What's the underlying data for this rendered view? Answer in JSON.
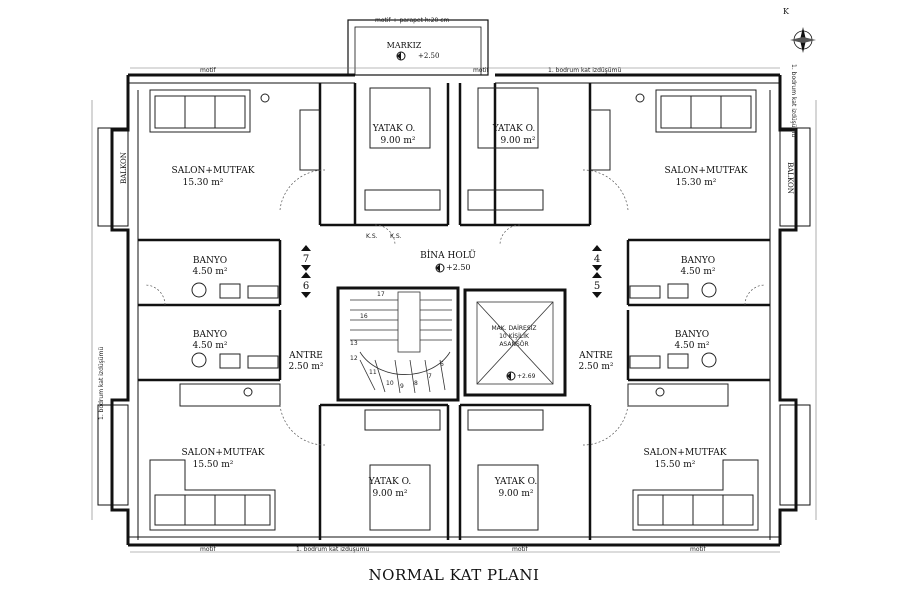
{
  "plan_title": "NORMAL KAT PLANI",
  "markiz": {
    "label": "MARKIZ",
    "level": "+2.50"
  },
  "top_note": "motif + parapet h:20 cm",
  "hall": {
    "label": "BİNA HOLÜ",
    "level": "+2.50"
  },
  "elevator": {
    "l1": "MAK. DAİRESİZ",
    "l2": "10 KİŞİLİK",
    "l3": "ASANSÖR",
    "level": "+2.69"
  },
  "motif": "motif",
  "bodrum": "1. bodrum kat izdüşümü",
  "ks": "K.S.",
  "rooms": {
    "salon_tl": {
      "name": "SALON+MUTFAK",
      "area": "15.30 m²"
    },
    "salon_tr": {
      "name": "SALON+MUTFAK",
      "area": "15.30 m²"
    },
    "salon_bl": {
      "name": "SALON+MUTFAK",
      "area": "15.50 m²"
    },
    "salon_br": {
      "name": "SALON+MUTFAK",
      "area": "15.50 m²"
    },
    "yatak_tl": {
      "name": "YATAK O.",
      "area": "9.00 m²"
    },
    "yatak_tr": {
      "name": "YATAK O.",
      "area": "9.00 m²"
    },
    "yatak_bl": {
      "name": "YATAK O.",
      "area": "9.00 m²"
    },
    "yatak_br": {
      "name": "YATAK O.",
      "area": "9.00 m²"
    },
    "banyo_1": {
      "name": "BANYO",
      "area": "4.50 m²"
    },
    "banyo_2": {
      "name": "BANYO",
      "area": "4.50 m²"
    },
    "banyo_3": {
      "name": "BANYO",
      "area": "4.50 m²"
    },
    "banyo_4": {
      "name": "BANYO",
      "area": "4.50 m²"
    },
    "antre_l": {
      "name": "ANTRE",
      "area": "2.50 m²"
    },
    "antre_r": {
      "name": "ANTRE",
      "area": "2.50 m²"
    },
    "balkon_l": {
      "name": "BALKON"
    },
    "balkon_r": {
      "name": "BALKON"
    }
  },
  "unit_markers": [
    "7",
    "6",
    "4",
    "5"
  ],
  "stair_numbers": [
    "17",
    "16",
    "9",
    "10",
    "11",
    "12",
    "13",
    "8",
    "7",
    "6"
  ],
  "compass": {
    "letter": "K"
  }
}
